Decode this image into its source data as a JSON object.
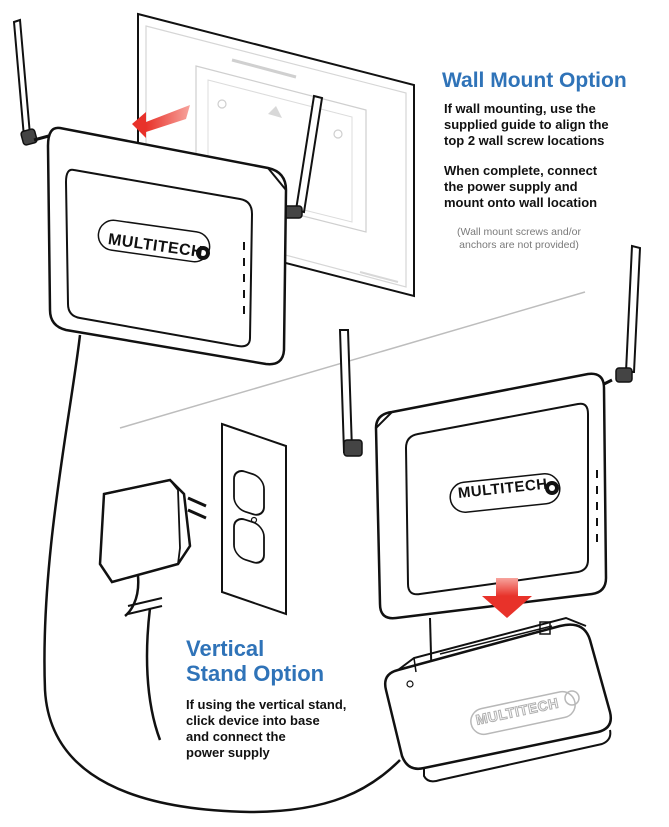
{
  "wall_mount": {
    "title": "Wall Mount Option",
    "instructions": [
      "If wall mounting, use the",
      "supplied guide to align the",
      "top 2 wall screw locations"
    ],
    "instructions_2": [
      "When complete, connect",
      "the power supply and",
      "mount onto wall location"
    ],
    "note": [
      "(Wall mount screws and/or",
      "anchors are not provided)"
    ]
  },
  "vertical_stand": {
    "title": [
      "Vertical",
      "Stand Option"
    ],
    "instructions": [
      "If using the vertical stand,",
      "click device into base",
      "and connect the",
      "power supply"
    ]
  },
  "brand": {
    "logo_text": "MULTITECH"
  },
  "colors": {
    "heading": "#2f73b8",
    "arrow": "#e8322a",
    "line": "#111111"
  },
  "icons": [
    "router-device",
    "antenna",
    "wall-guide-template",
    "power-adapter",
    "wall-outlet",
    "vertical-stand-base",
    "red-arrow"
  ]
}
